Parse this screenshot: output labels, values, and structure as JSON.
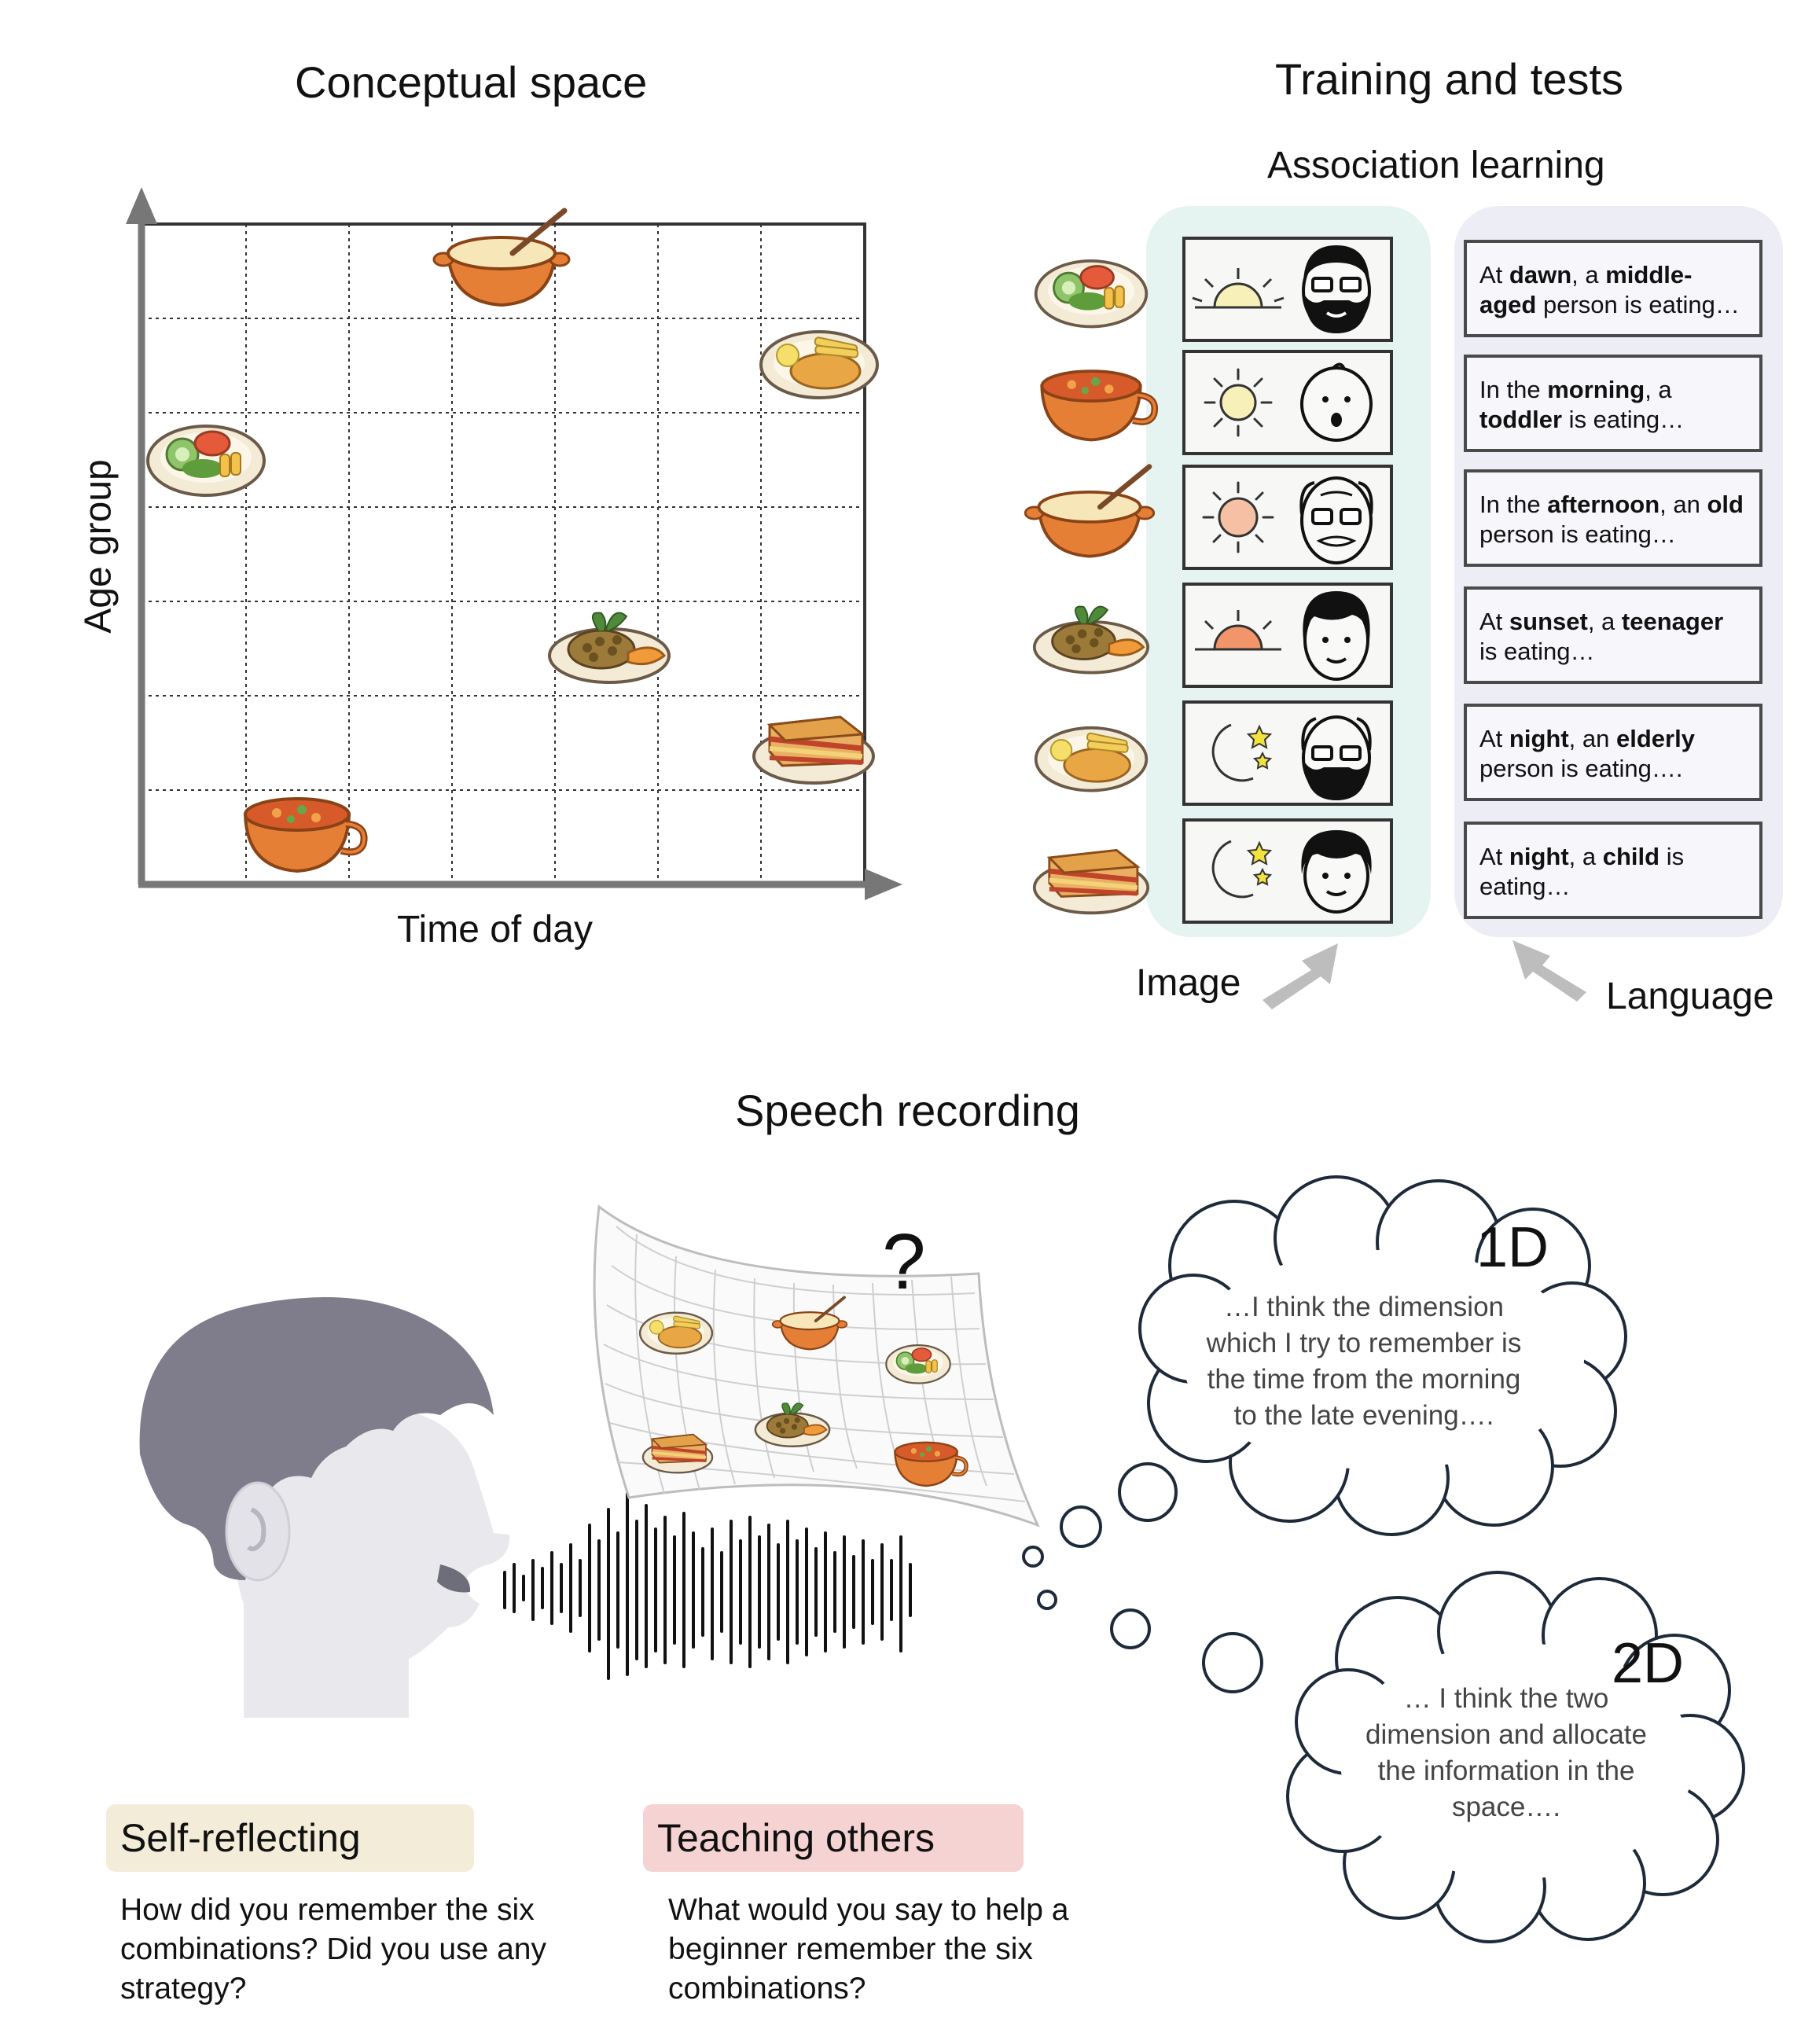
{
  "conceptual_space": {
    "title": "Conceptual space",
    "y_axis": "Age group",
    "x_axis": "Time of day"
  },
  "training": {
    "title": "Training and tests",
    "subtitle": "Association learning",
    "image_label": "Image",
    "language_label": "Language",
    "rows": [
      {
        "food": "salad",
        "time": "dawn",
        "person": "middle-aged"
      },
      {
        "food": "tomato-soup",
        "time": "morning",
        "person": "toddler"
      },
      {
        "food": "cream-soup",
        "time": "afternoon",
        "person": "old"
      },
      {
        "food": "rice-dish",
        "time": "sunset",
        "person": "teenager"
      },
      {
        "food": "cutlet-fries",
        "time": "night",
        "person": "elderly"
      },
      {
        "food": "lasagna",
        "time": "night",
        "person": "child"
      }
    ],
    "sentences": [
      [
        {
          "t": "At ",
          "b": false
        },
        {
          "t": "dawn",
          "b": true
        },
        {
          "t": ",  a ",
          "b": false
        },
        {
          "t": "middle-aged",
          "b": true
        },
        {
          "t": " person is eating…",
          "b": false
        }
      ],
      [
        {
          "t": "In the ",
          "b": false
        },
        {
          "t": "morning",
          "b": true
        },
        {
          "t": ", a ",
          "b": false
        },
        {
          "t": "toddler",
          "b": true
        },
        {
          "t": " is eating…",
          "b": false
        }
      ],
      [
        {
          "t": "In the ",
          "b": false
        },
        {
          "t": "afternoon",
          "b": true
        },
        {
          "t": ", an ",
          "b": false
        },
        {
          "t": "old",
          "b": true
        },
        {
          "t": " person is eating…",
          "b": false
        }
      ],
      [
        {
          "t": "At ",
          "b": false
        },
        {
          "t": "sunset",
          "b": true
        },
        {
          "t": ", a ",
          "b": false
        },
        {
          "t": "teenager",
          "b": true
        },
        {
          "t": " is eating…",
          "b": false
        }
      ],
      [
        {
          "t": "At ",
          "b": false
        },
        {
          "t": "night",
          "b": true
        },
        {
          "t": ", an ",
          "b": false
        },
        {
          "t": "elderly",
          "b": true
        },
        {
          "t": " person is eating….",
          "b": false
        }
      ],
      [
        {
          "t": "At ",
          "b": false
        },
        {
          "t": "night",
          "b": true
        },
        {
          "t": ", a ",
          "b": false
        },
        {
          "t": "child",
          "b": true
        },
        {
          "t": " is eating…",
          "b": false
        }
      ]
    ]
  },
  "speech": {
    "title": "Speech recording",
    "question_mark": "?",
    "thought_1d": {
      "label": "1D",
      "text": "…I think the dimension which I try to remember is the time from the morning to the late evening…."
    },
    "thought_2d": {
      "label": "2D",
      "text": "… I think the two dimension and allocate the information in the space…."
    },
    "self_reflecting": {
      "tag": "Self-reflecting",
      "prompt": "How did you remember the six combinations? Did you use any strategy?",
      "color": "#f3ecd9"
    },
    "teaching_others": {
      "tag": "Teaching others",
      "prompt": "What would you say to help a beginner remember the six combinations?",
      "color": "#f6d3d3"
    }
  }
}
